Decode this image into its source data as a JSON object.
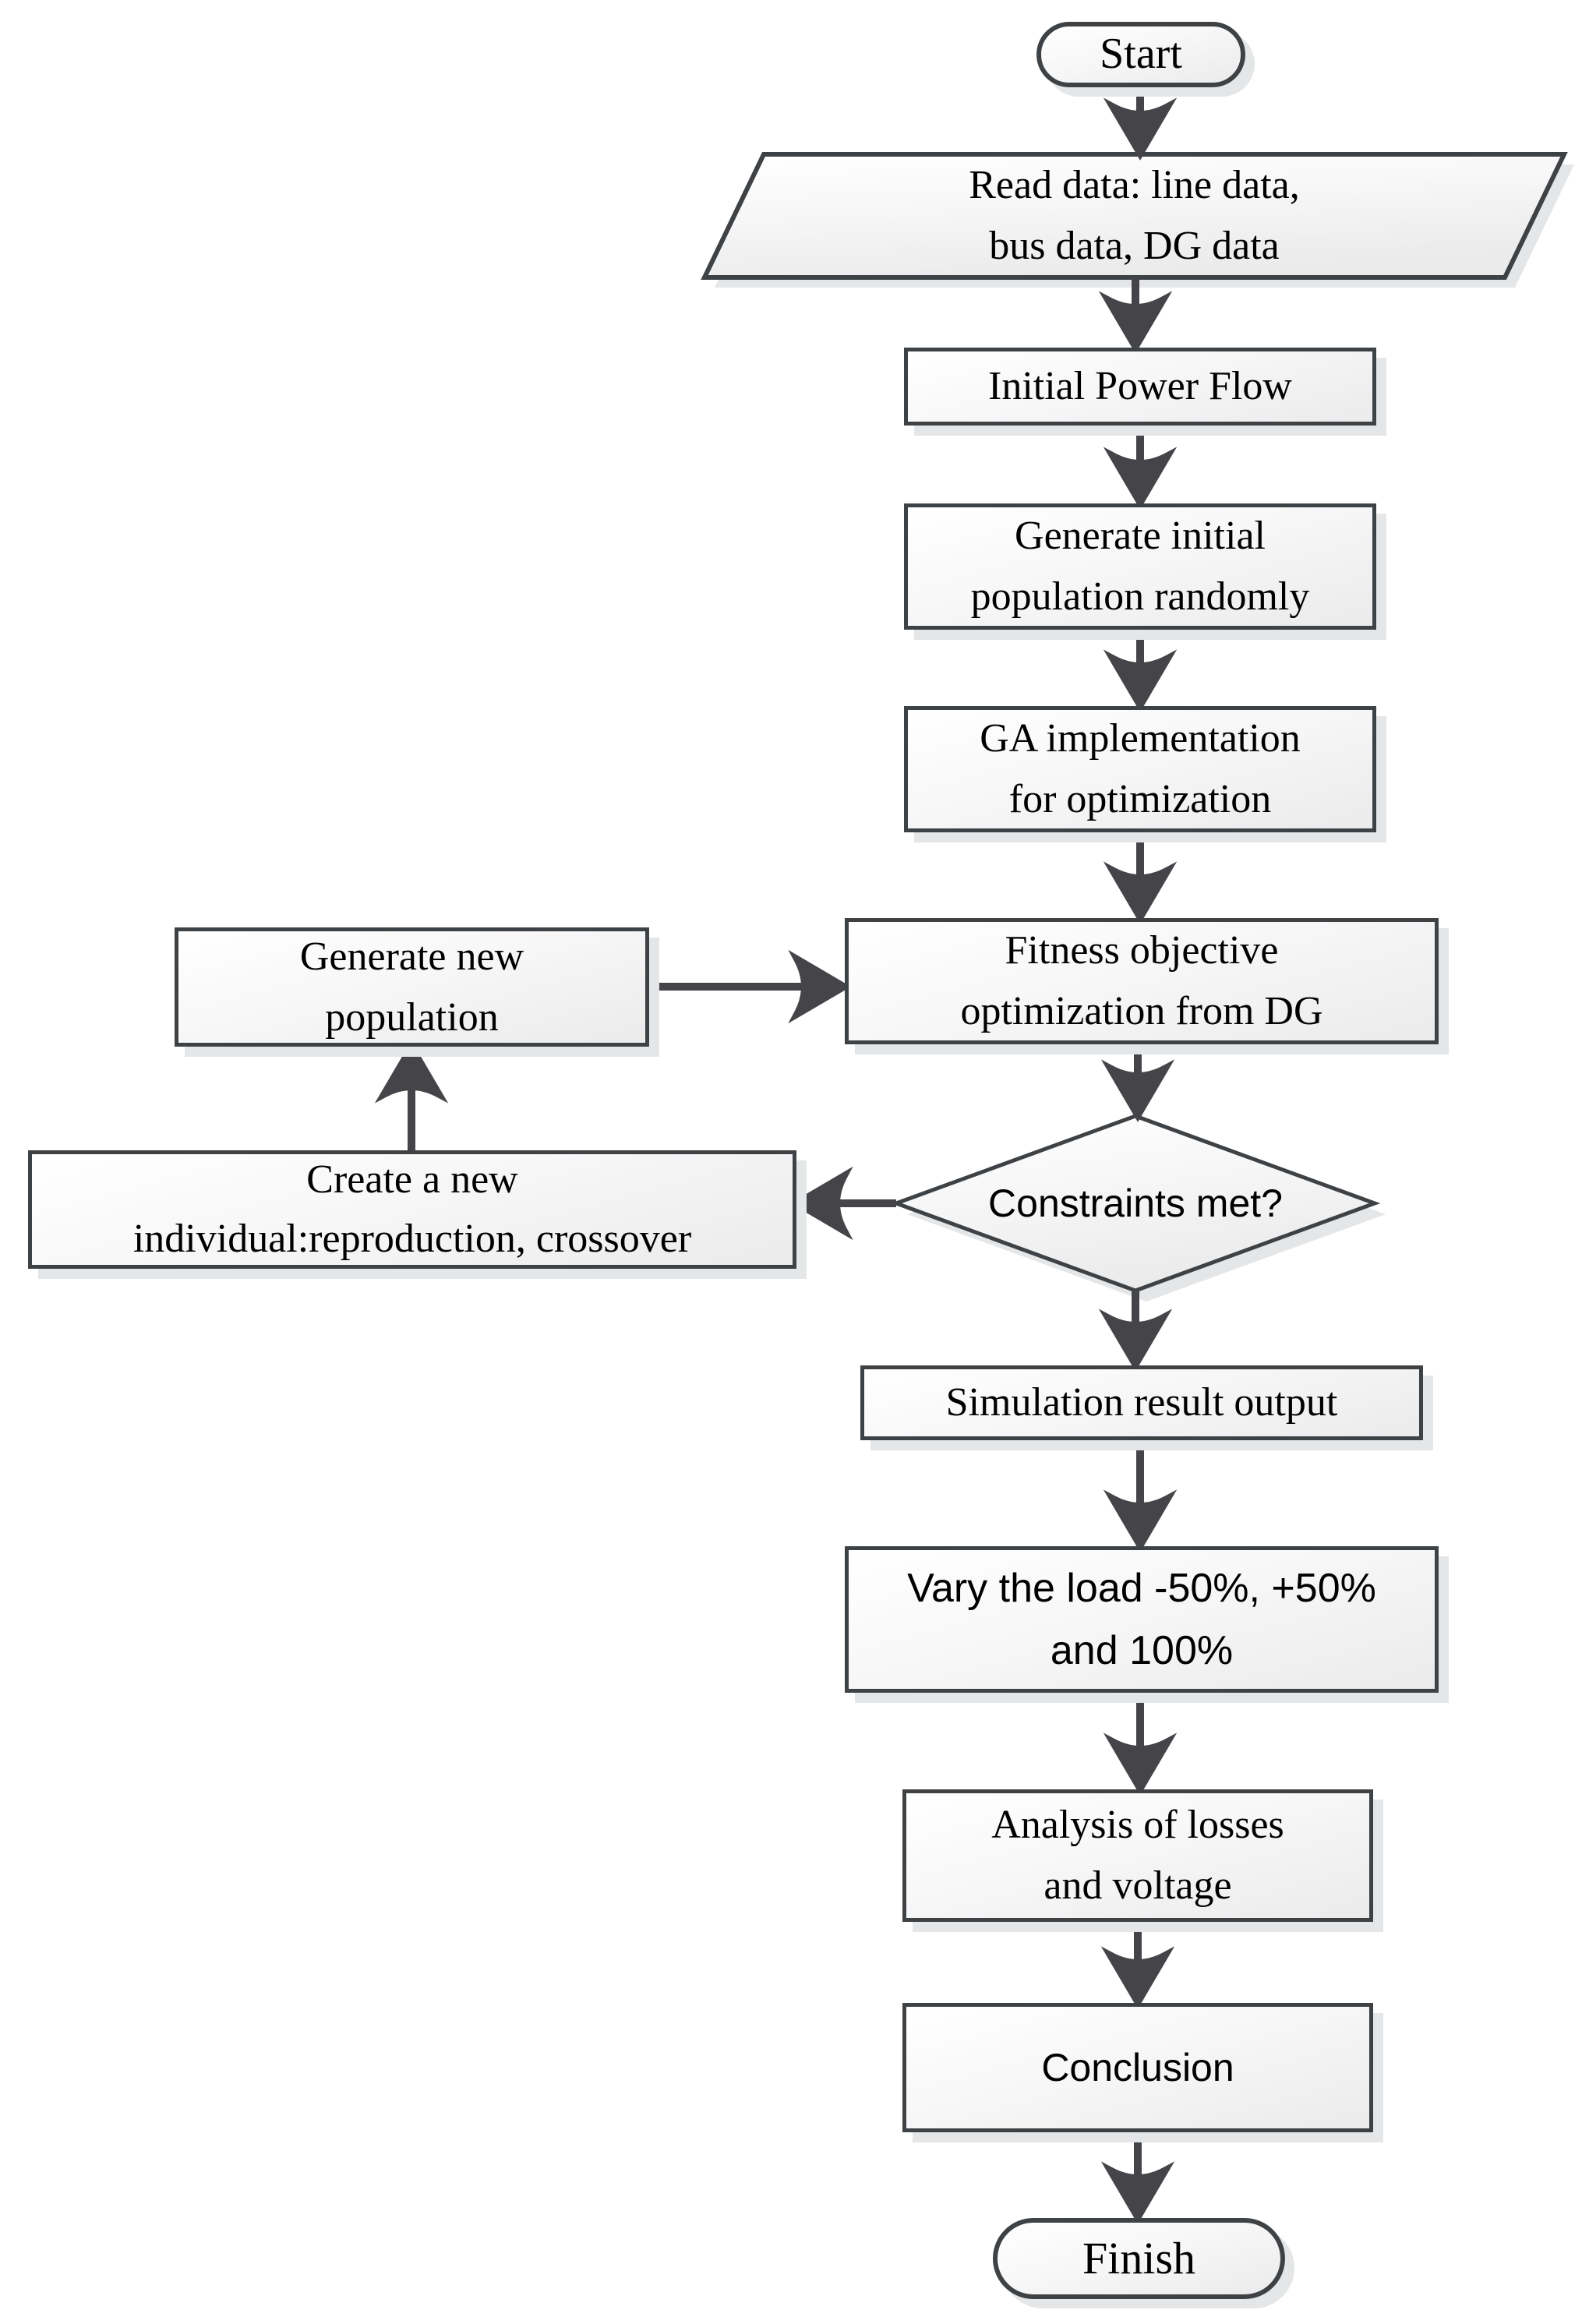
{
  "diagram": {
    "type": "flowchart",
    "topic": "GA-based DG optimization procedure"
  },
  "nodes": {
    "start": {
      "shape": "terminator",
      "label": "Start"
    },
    "read_data": {
      "shape": "data-parallelogram",
      "label": "Read data: line data,\nbus data, DG data"
    },
    "initial_power_flow": {
      "shape": "process",
      "label": "Initial Power Flow"
    },
    "generate_initial_population": {
      "shape": "process",
      "label": "Generate initial\npopulation randomly"
    },
    "ga_implementation": {
      "shape": "process",
      "label": "GA implementation\nfor optimization"
    },
    "fitness_objective": {
      "shape": "process",
      "label": "Fitness objective\noptimization from DG"
    },
    "generate_new_population": {
      "shape": "process",
      "label": "Generate new\npopulation"
    },
    "create_new_individual": {
      "shape": "process",
      "label": "Create a new\nindividual:reproduction, crossover"
    },
    "constraints_met": {
      "shape": "decision",
      "label": "Constraints met?"
    },
    "simulation_result_output": {
      "shape": "process",
      "label": "Simulation result output"
    },
    "vary_the_load": {
      "shape": "process",
      "label": "Vary the load -50%, +50%\nand 100%"
    },
    "analysis_losses_voltage": {
      "shape": "process",
      "label": "Analysis of losses\nand voltage"
    },
    "conclusion": {
      "shape": "process",
      "label": "Conclusion"
    },
    "finish": {
      "shape": "terminator",
      "label": "Finish"
    }
  },
  "edges": [
    {
      "from": "start",
      "to": "read_data"
    },
    {
      "from": "read_data",
      "to": "initial_power_flow"
    },
    {
      "from": "initial_power_flow",
      "to": "generate_initial_population"
    },
    {
      "from": "generate_initial_population",
      "to": "ga_implementation"
    },
    {
      "from": "ga_implementation",
      "to": "fitness_objective"
    },
    {
      "from": "fitness_objective",
      "to": "constraints_met"
    },
    {
      "from": "constraints_met",
      "to": "simulation_result_output"
    },
    {
      "from": "constraints_met",
      "to": "create_new_individual"
    },
    {
      "from": "create_new_individual",
      "to": "generate_new_population"
    },
    {
      "from": "generate_new_population",
      "to": "fitness_objective"
    },
    {
      "from": "simulation_result_output",
      "to": "vary_the_load"
    },
    {
      "from": "vary_the_load",
      "to": "analysis_losses_voltage"
    },
    {
      "from": "analysis_losses_voltage",
      "to": "conclusion"
    },
    {
      "from": "conclusion",
      "to": "finish"
    }
  ],
  "colors": {
    "outline": "#3f4245",
    "arrow": "#454549",
    "shadow": "#e4e6e7",
    "text": "#000000",
    "background": "#ffffff"
  }
}
